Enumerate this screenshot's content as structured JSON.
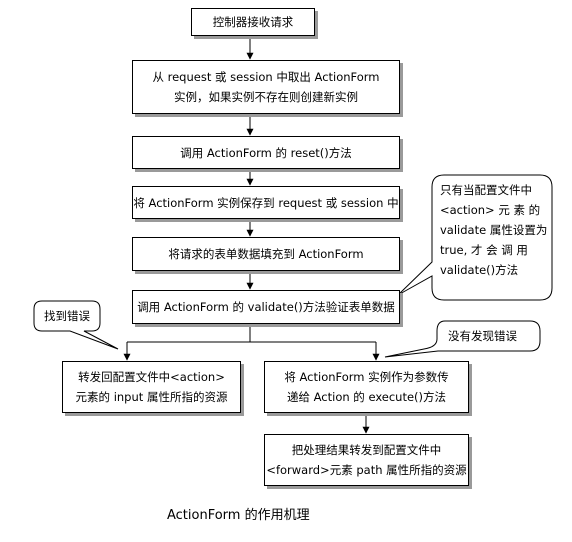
{
  "flow": {
    "step1": "控制器接收请求",
    "step2": [
      "从 request 或 session 中取出 ActionForm",
      "实例，如果实例不存在则创建新实例"
    ],
    "step3": "调用 ActionForm 的 reset()方法",
    "step4": "将 ActionForm 实例保存到 request 或 session 中",
    "step5": "将请求的表单数据填充到 ActionForm",
    "step6": "调用 ActionForm 的 validate()方法验证表单数据",
    "left_branch": [
      "转发回配置文件中<action>",
      "元素的 input 属性所指的资源"
    ],
    "right_branch": [
      "将 ActionForm 实例作为参数传",
      "递给 Action 的 execute()方法"
    ],
    "final_step": [
      "把处理结果转发到配置文件中",
      "<forward>元素 path 属性所指的资源"
    ]
  },
  "callouts": {
    "validate_note": [
      "只有当配置文件中",
      "<action> 元 素 的",
      "validate 属性设置为",
      "true, 才 会 调 用",
      "validate()方法"
    ],
    "error_found": "找到错误",
    "no_error": "没有发现错误"
  },
  "caption": "ActionForm 的作用机理"
}
